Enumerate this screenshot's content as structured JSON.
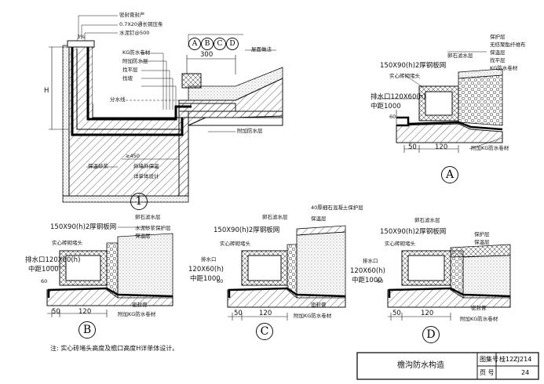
{
  "drawing": {
    "title": "檐沟防水构造",
    "atlas_label": "图集号",
    "atlas_no": "桂12ZJ214",
    "page_label": "页 号",
    "page_no": "24",
    "note": "注: 实心砖堵头高度及檐口高度H详单体设计。"
  },
  "detail1": {
    "marker": "1",
    "tags": [
      "A",
      "B",
      "C",
      "D"
    ],
    "labels": {
      "sealant": "密封膏封严",
      "bead": "0.7X20通长铜压条",
      "nail": "水泥钉@500",
      "kg": "KG防水卷材",
      "extra": "附加防水层",
      "level": "找平层",
      "slope": "找坡",
      "slope_line": "分水线",
      "roof": "屋面做法",
      "add_layer": "附加防水层",
      "insul_mortar": "保温砂浆",
      "outer_wall": "外墙外保温",
      "design": "详单体设计"
    },
    "dims": {
      "h": "H",
      "w": "300",
      "d450": "≥450",
      "pct": "3%"
    }
  },
  "detailA": {
    "marker": "A",
    "labels": {
      "protect": "保护层",
      "filter": "卵石滤水层",
      "rigid": "无纺聚酯纤维布",
      "insul": "保温层",
      "level": "找平层",
      "kg": "KG防水卷材",
      "cover": "150X90(h)2厚钢板网",
      "brick": "实心砖砌堵头",
      "outlet": "排水口120X60(h)",
      "spacing": "中距1000",
      "extra": "附加KG防水卷材"
    },
    "dims": {
      "d50": "50",
      "d120": "120",
      "d60": "60"
    }
  },
  "detailB": {
    "marker": "B",
    "labels": {
      "filter": "卵石滤水层",
      "cover": "150X90(h)2厚钢板网",
      "mortar": "水泥砂浆保护层",
      "insul": "保温层",
      "brick": "实心砖砌堵头",
      "outlet": "排水口120X60(h)",
      "spacing": "中距1000",
      "seal": "密封膏",
      "extra": "附加KG防水卷材"
    },
    "dims": {
      "d50": "50",
      "d120": "120",
      "d60": "60"
    }
  },
  "detailC": {
    "marker": "C",
    "labels": {
      "concrete": "40厚细石混凝土保护层",
      "filter": "卵石滤水层",
      "insul": "保温层",
      "cover": "150X90(h)2厚钢板网",
      "brick": "实心砖砌堵头",
      "outlet": "排水口",
      "size": "120X60(h)",
      "spacing": "中距1000",
      "seal": "密封膏",
      "extra": "附加KG防水卷材"
    },
    "dims": {
      "d50": "50",
      "d120": "120",
      "d60": "60"
    }
  },
  "detailD": {
    "marker": "D",
    "labels": {
      "filter": "卵石滤水层",
      "cover": "150X90(h)2厚钢板网",
      "protect": "保护层",
      "insul": "保温层",
      "brick": "实心砖砌堵头",
      "outlet": "排水口",
      "size": "120X60(h)",
      "spacing": "中距1000",
      "seal": "密封膏",
      "extra": "附加KG防水卷材"
    },
    "dims": {
      "d50": "50",
      "d120": "120",
      "d60": "60"
    }
  }
}
